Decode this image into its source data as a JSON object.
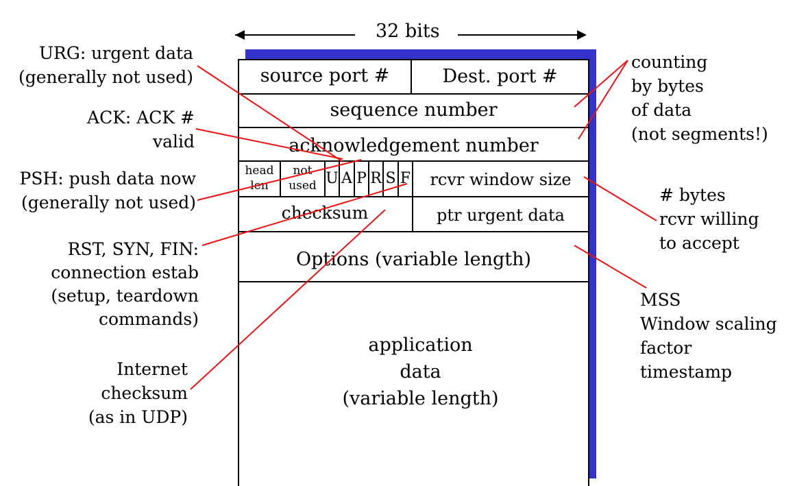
{
  "width_label": "32 bits",
  "segment": {
    "source_port": "source port #",
    "dest_port": "Dest. port #",
    "sequence_number": "sequence number",
    "ack_number": "acknowledgement number",
    "head_len": [
      "head",
      "len"
    ],
    "not_used": [
      "not",
      "used"
    ],
    "flags": [
      "U",
      "A",
      "P",
      "R",
      "S",
      "F"
    ],
    "rcvr_window": "rcvr window size",
    "checksum": "checksum",
    "urgent_ptr": "ptr urgent data",
    "options": "Options (variable length)",
    "app_data": [
      "application",
      "data",
      "(variable length)"
    ]
  },
  "left_notes": {
    "urg": [
      "URG: urgent data",
      "(generally not used)"
    ],
    "ack": [
      "ACK: ACK #",
      "valid"
    ],
    "psh": [
      "PSH: push data now",
      "(generally not used)"
    ],
    "rst": [
      "RST, SYN, FIN:",
      "connection estab",
      "(setup, teardown",
      "commands)"
    ],
    "checksum": [
      "Internet",
      "checksum",
      "(as in UDP)"
    ]
  },
  "right_notes": {
    "counting": [
      "counting",
      "by bytes",
      "of data",
      "(not segments!)"
    ],
    "window": [
      "# bytes",
      "rcvr willing",
      "to accept"
    ],
    "options": [
      "MSS",
      "Window scaling",
      "factor",
      "timestamp"
    ]
  },
  "colors": {
    "shadow": "#3333cc",
    "pointer": "#ee1111",
    "outline": "#000000"
  }
}
